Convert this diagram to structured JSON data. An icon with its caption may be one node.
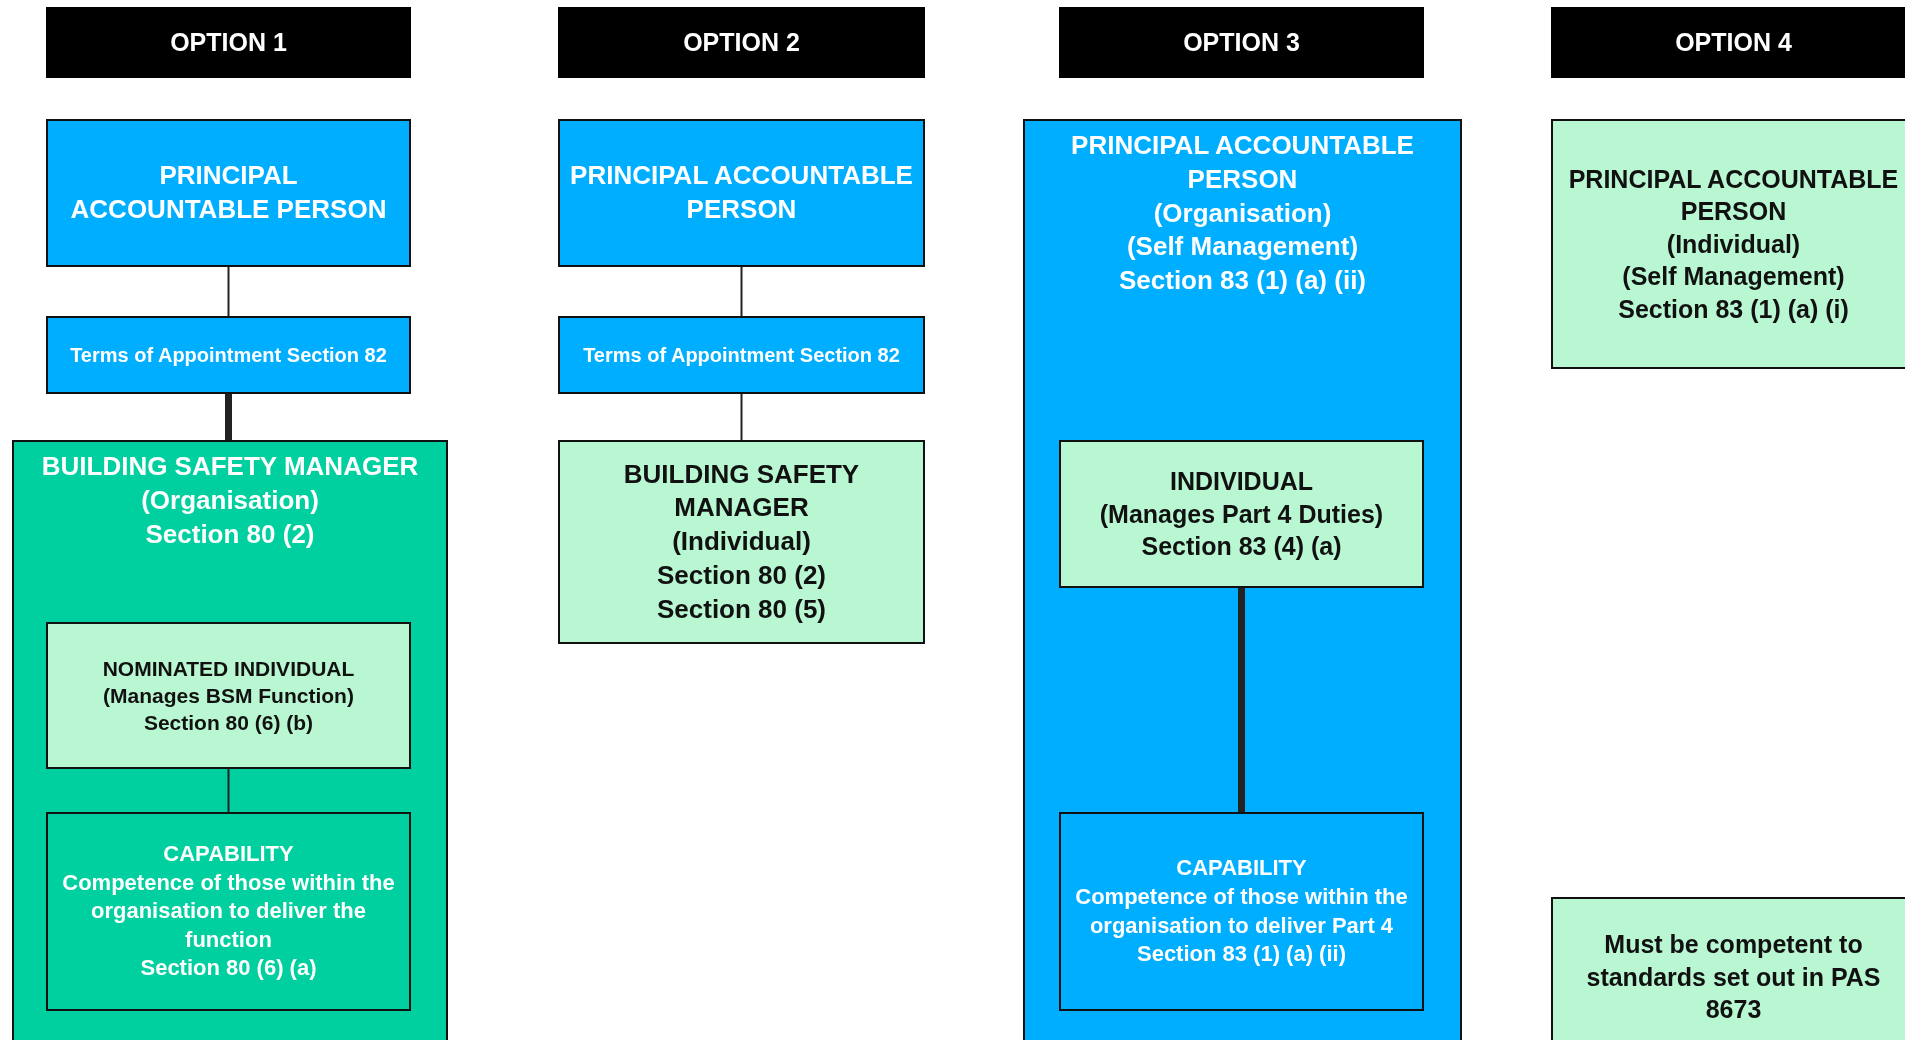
{
  "diagram": {
    "nodes": [
      {
        "text": [
          "OPTION 1"
        ]
      },
      {
        "text": [
          "OPTION 2"
        ]
      },
      {
        "text": [
          "OPTION 3"
        ]
      },
      {
        "text": [
          "OPTION 4"
        ]
      },
      {
        "text": [
          "PRINCIPAL ACCOUNTABLE PERSON"
        ]
      },
      {
        "text": [
          "Terms of Appointment Section 82"
        ]
      },
      {
        "text": [
          "BUILDING SAFETY MANAGER",
          "(Organisation)",
          "Section 80 (2)"
        ]
      },
      {
        "text": [
          "NOMINATED INDIVIDUAL",
          "(Manages BSM Function)",
          "Section 80 (6) (b)"
        ],
        "in": 6
      },
      {
        "text": [
          "CAPABILITY",
          "Competence of those within the organisation to deliver the function",
          "Section 80 (6) (a)"
        ],
        "in": 6
      },
      {
        "text": [
          "PRINCIPAL ACCOUNTABLE PERSON"
        ]
      },
      {
        "text": [
          "Terms of Appointment Section 82"
        ]
      },
      {
        "text": [
          "BUILDING SAFETY MANAGER",
          "(Individual)",
          "Section 80 (2)",
          "Section 80 (5)"
        ]
      },
      {
        "text": [
          "PRINCIPAL ACCOUNTABLE PERSON",
          "(Organisation)",
          "(Self Management)",
          "Section 83 (1) (a) (ii)"
        ]
      },
      {
        "text": [
          "INDIVIDUAL",
          "(Manages Part 4 Duties)",
          "Section 83 (4) (a)"
        ],
        "in": 12
      },
      {
        "text": [
          "CAPABILITY",
          "Competence of those within the organisation to deliver Part 4",
          "Section 83 (1) (a) (ii)"
        ],
        "in": 12
      },
      {
        "text": [
          "PRINCIPAL ACCOUNTABLE PERSON",
          "(Individual)",
          "(Self Management)",
          "Section 83 (1) (a) (i)"
        ]
      },
      {
        "text": [
          "Must be competent to standards set out in PAS 8673"
        ]
      }
    ],
    "edges": [
      {
        "from": 4,
        "to": 5,
        "arrow": "none"
      },
      {
        "from": 5,
        "to": 6,
        "arrow": "none",
        "style": "thick"
      },
      {
        "from": 7,
        "to": 8,
        "arrow": "none"
      },
      {
        "from": 9,
        "to": 10,
        "arrow": "none"
      },
      {
        "from": 10,
        "to": 11,
        "arrow": "none"
      },
      {
        "from": 13,
        "to": 14,
        "arrow": "none",
        "style": "thick"
      }
    ]
  }
}
